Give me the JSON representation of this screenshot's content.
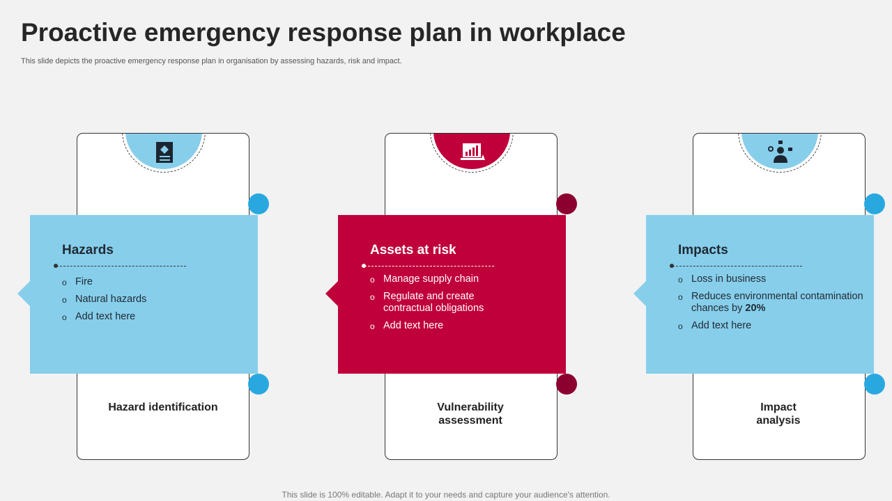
{
  "title": "Proactive emergency response plan in workplace",
  "subtitle": "This slide depicts the proactive emergency response plan in organisation by assessing hazards, risk and impact.",
  "footer": "This slide is 100% editable. Adapt it to your needs and capture your audience's attention.",
  "columns": [
    {
      "heading": "Hazards",
      "items": [
        "Fire",
        "Natural hazards",
        "Add text here"
      ],
      "caption": "Hazard identification",
      "icon": "notepad-icon"
    },
    {
      "heading": "Assets at risk",
      "items": [
        "Manage supply chain",
        "Regulate and create contractual obligations",
        "Add text here"
      ],
      "caption": "Vulnerability assessment",
      "icon": "chart-growth-icon"
    },
    {
      "heading": "Impacts",
      "items": [
        "Loss in business",
        "Reduces environmental contamination chances by ",
        "Add text here"
      ],
      "highlight": "20%",
      "caption": "Impact analysis",
      "icon": "businessman-network-icon"
    }
  ],
  "colors": {
    "blue": "#87ceeb",
    "red": "#c0003a"
  }
}
